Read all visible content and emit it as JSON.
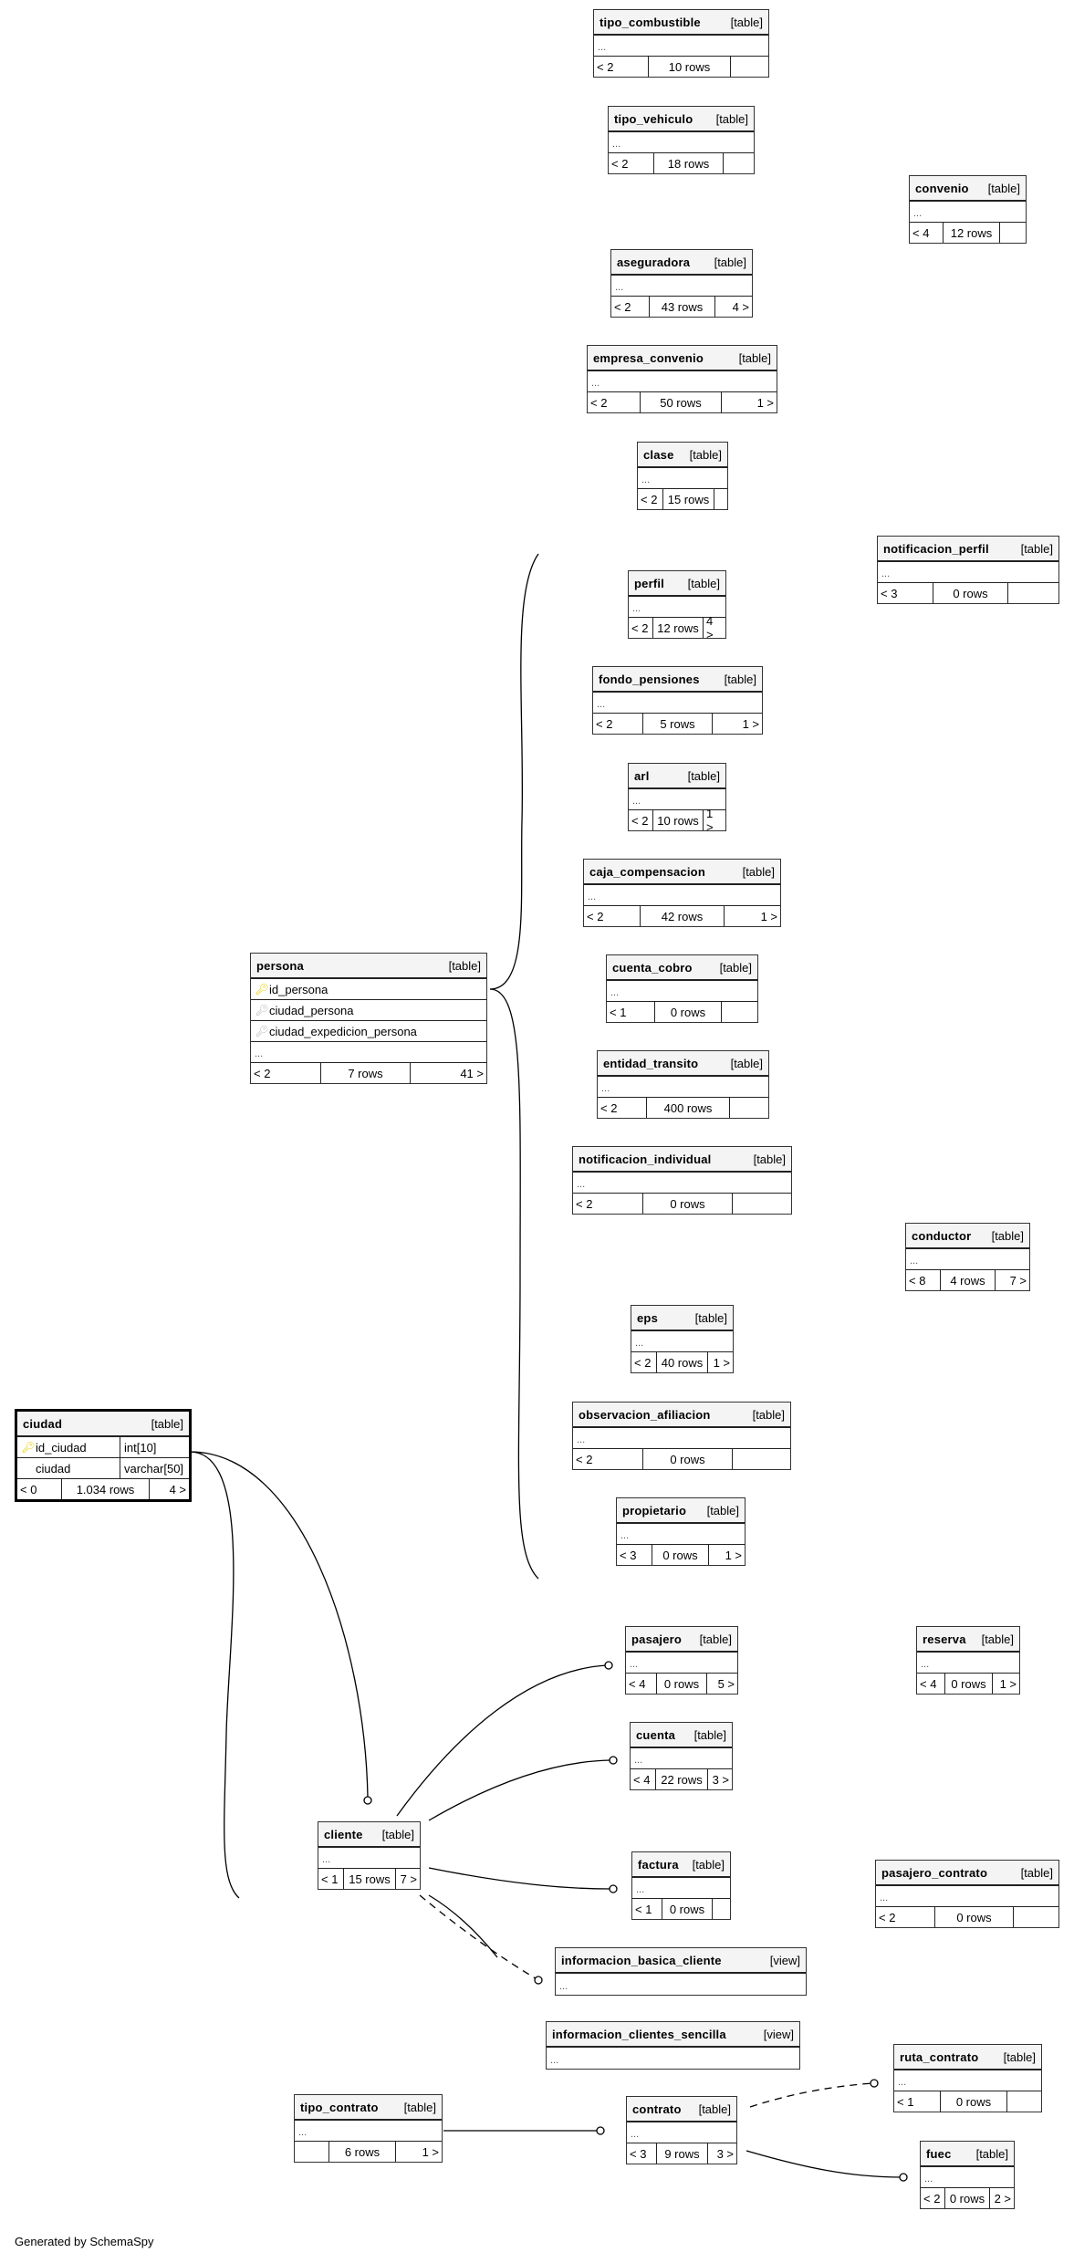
{
  "diagram": {
    "footer": "Generated by SchemaSpy",
    "focus_table": "ciudad",
    "tables": [
      {
        "id": "tipo_combustible",
        "name": "tipo_combustible",
        "kind": "[table]",
        "parents": "< 2",
        "rows": "10 rows",
        "children": ""
      },
      {
        "id": "tipo_vehiculo",
        "name": "tipo_vehiculo",
        "kind": "[table]",
        "parents": "< 2",
        "rows": "18 rows",
        "children": ""
      },
      {
        "id": "convenio",
        "name": "convenio",
        "kind": "[table]",
        "parents": "< 4",
        "rows": "12 rows",
        "children": ""
      },
      {
        "id": "aseguradora",
        "name": "aseguradora",
        "kind": "[table]",
        "parents": "< 2",
        "rows": "43 rows",
        "children": "4 >"
      },
      {
        "id": "empresa_convenio",
        "name": "empresa_convenio",
        "kind": "[table]",
        "parents": "< 2",
        "rows": "50 rows",
        "children": "1 >"
      },
      {
        "id": "clase",
        "name": "clase",
        "kind": "[table]",
        "parents": "< 2",
        "rows": "15 rows",
        "children": ""
      },
      {
        "id": "notificacion_perfil",
        "name": "notificacion_perfil",
        "kind": "[table]",
        "parents": "< 3",
        "rows": "0 rows",
        "children": ""
      },
      {
        "id": "perfil",
        "name": "perfil",
        "kind": "[table]",
        "parents": "< 2",
        "rows": "12 rows",
        "children": "4 >"
      },
      {
        "id": "fondo_pensiones",
        "name": "fondo_pensiones",
        "kind": "[table]",
        "parents": "< 2",
        "rows": "5 rows",
        "children": "1 >"
      },
      {
        "id": "arl",
        "name": "arl",
        "kind": "[table]",
        "parents": "< 2",
        "rows": "10 rows",
        "children": "1 >"
      },
      {
        "id": "caja_compensacion",
        "name": "caja_compensacion",
        "kind": "[table]",
        "parents": "< 2",
        "rows": "42 rows",
        "children": "1 >"
      },
      {
        "id": "cuenta_cobro",
        "name": "cuenta_cobro",
        "kind": "[table]",
        "parents": "< 1",
        "rows": "0 rows",
        "children": ""
      },
      {
        "id": "entidad_transito",
        "name": "entidad_transito",
        "kind": "[table]",
        "parents": "< 2",
        "rows": "400 rows",
        "children": ""
      },
      {
        "id": "notificacion_individual",
        "name": "notificacion_individual",
        "kind": "[table]",
        "parents": "< 2",
        "rows": "0 rows",
        "children": ""
      },
      {
        "id": "conductor",
        "name": "conductor",
        "kind": "[table]",
        "parents": "< 8",
        "rows": "4 rows",
        "children": "7 >"
      },
      {
        "id": "eps",
        "name": "eps",
        "kind": "[table]",
        "parents": "< 2",
        "rows": "40 rows",
        "children": "1 >"
      },
      {
        "id": "observacion_afiliacion",
        "name": "observacion_afiliacion",
        "kind": "[table]",
        "parents": "< 2",
        "rows": "0 rows",
        "children": ""
      },
      {
        "id": "propietario",
        "name": "propietario",
        "kind": "[table]",
        "parents": "< 3",
        "rows": "0 rows",
        "children": "1 >"
      },
      {
        "id": "pasajero",
        "name": "pasajero",
        "kind": "[table]",
        "parents": "< 4",
        "rows": "0 rows",
        "children": "5 >"
      },
      {
        "id": "reserva",
        "name": "reserva",
        "kind": "[table]",
        "parents": "< 4",
        "rows": "0 rows",
        "children": "1 >"
      },
      {
        "id": "cuenta",
        "name": "cuenta",
        "kind": "[table]",
        "parents": "< 4",
        "rows": "22 rows",
        "children": "3 >"
      },
      {
        "id": "cliente",
        "name": "cliente",
        "kind": "[table]",
        "parents": "< 1",
        "rows": "15 rows",
        "children": "7 >"
      },
      {
        "id": "factura",
        "name": "factura",
        "kind": "[table]",
        "parents": "< 1",
        "rows": "0 rows",
        "children": ""
      },
      {
        "id": "pasajero_contrato",
        "name": "pasajero_contrato",
        "kind": "[table]",
        "parents": "< 2",
        "rows": "0 rows",
        "children": ""
      },
      {
        "id": "ruta_contrato",
        "name": "ruta_contrato",
        "kind": "[table]",
        "parents": "< 1",
        "rows": "0 rows",
        "children": ""
      },
      {
        "id": "tipo_contrato",
        "name": "tipo_contrato",
        "kind": "[table]",
        "parents": "",
        "rows": "6 rows",
        "children": "1 >"
      },
      {
        "id": "contrato",
        "name": "contrato",
        "kind": "[table]",
        "parents": "< 3",
        "rows": "9 rows",
        "children": "3 >"
      },
      {
        "id": "fuec",
        "name": "fuec",
        "kind": "[table]",
        "parents": "< 2",
        "rows": "0 rows",
        "children": "2 >"
      }
    ],
    "views": [
      {
        "id": "informacion_basica_cliente",
        "name": "informacion_basica_cliente",
        "kind": "[view]"
      },
      {
        "id": "informacion_clientes_sencilla",
        "name": "informacion_clientes_sencilla",
        "kind": "[view]"
      }
    ],
    "persona": {
      "name": "persona",
      "kind": "[table]",
      "columns": [
        {
          "name": "id_persona",
          "key": "primary"
        },
        {
          "name": "ciudad_persona",
          "key": "foreign"
        },
        {
          "name": "ciudad_expedicion_persona",
          "key": "foreign"
        }
      ],
      "more": "...",
      "parents": "< 2",
      "rows": "7 rows",
      "children": "41 >"
    },
    "ciudad": {
      "name": "ciudad",
      "kind": "[table]",
      "columns": [
        {
          "name": "id_ciudad",
          "type": "int[10]",
          "key": "primary"
        },
        {
          "name": "ciudad",
          "type": "varchar[50]",
          "key": ""
        }
      ],
      "parents": "< 0",
      "rows": "1.034 rows",
      "children": "4 >"
    },
    "more_label": "...",
    "icons": {
      "primary_key": "key-icon",
      "foreign_key": "key-icon"
    }
  }
}
